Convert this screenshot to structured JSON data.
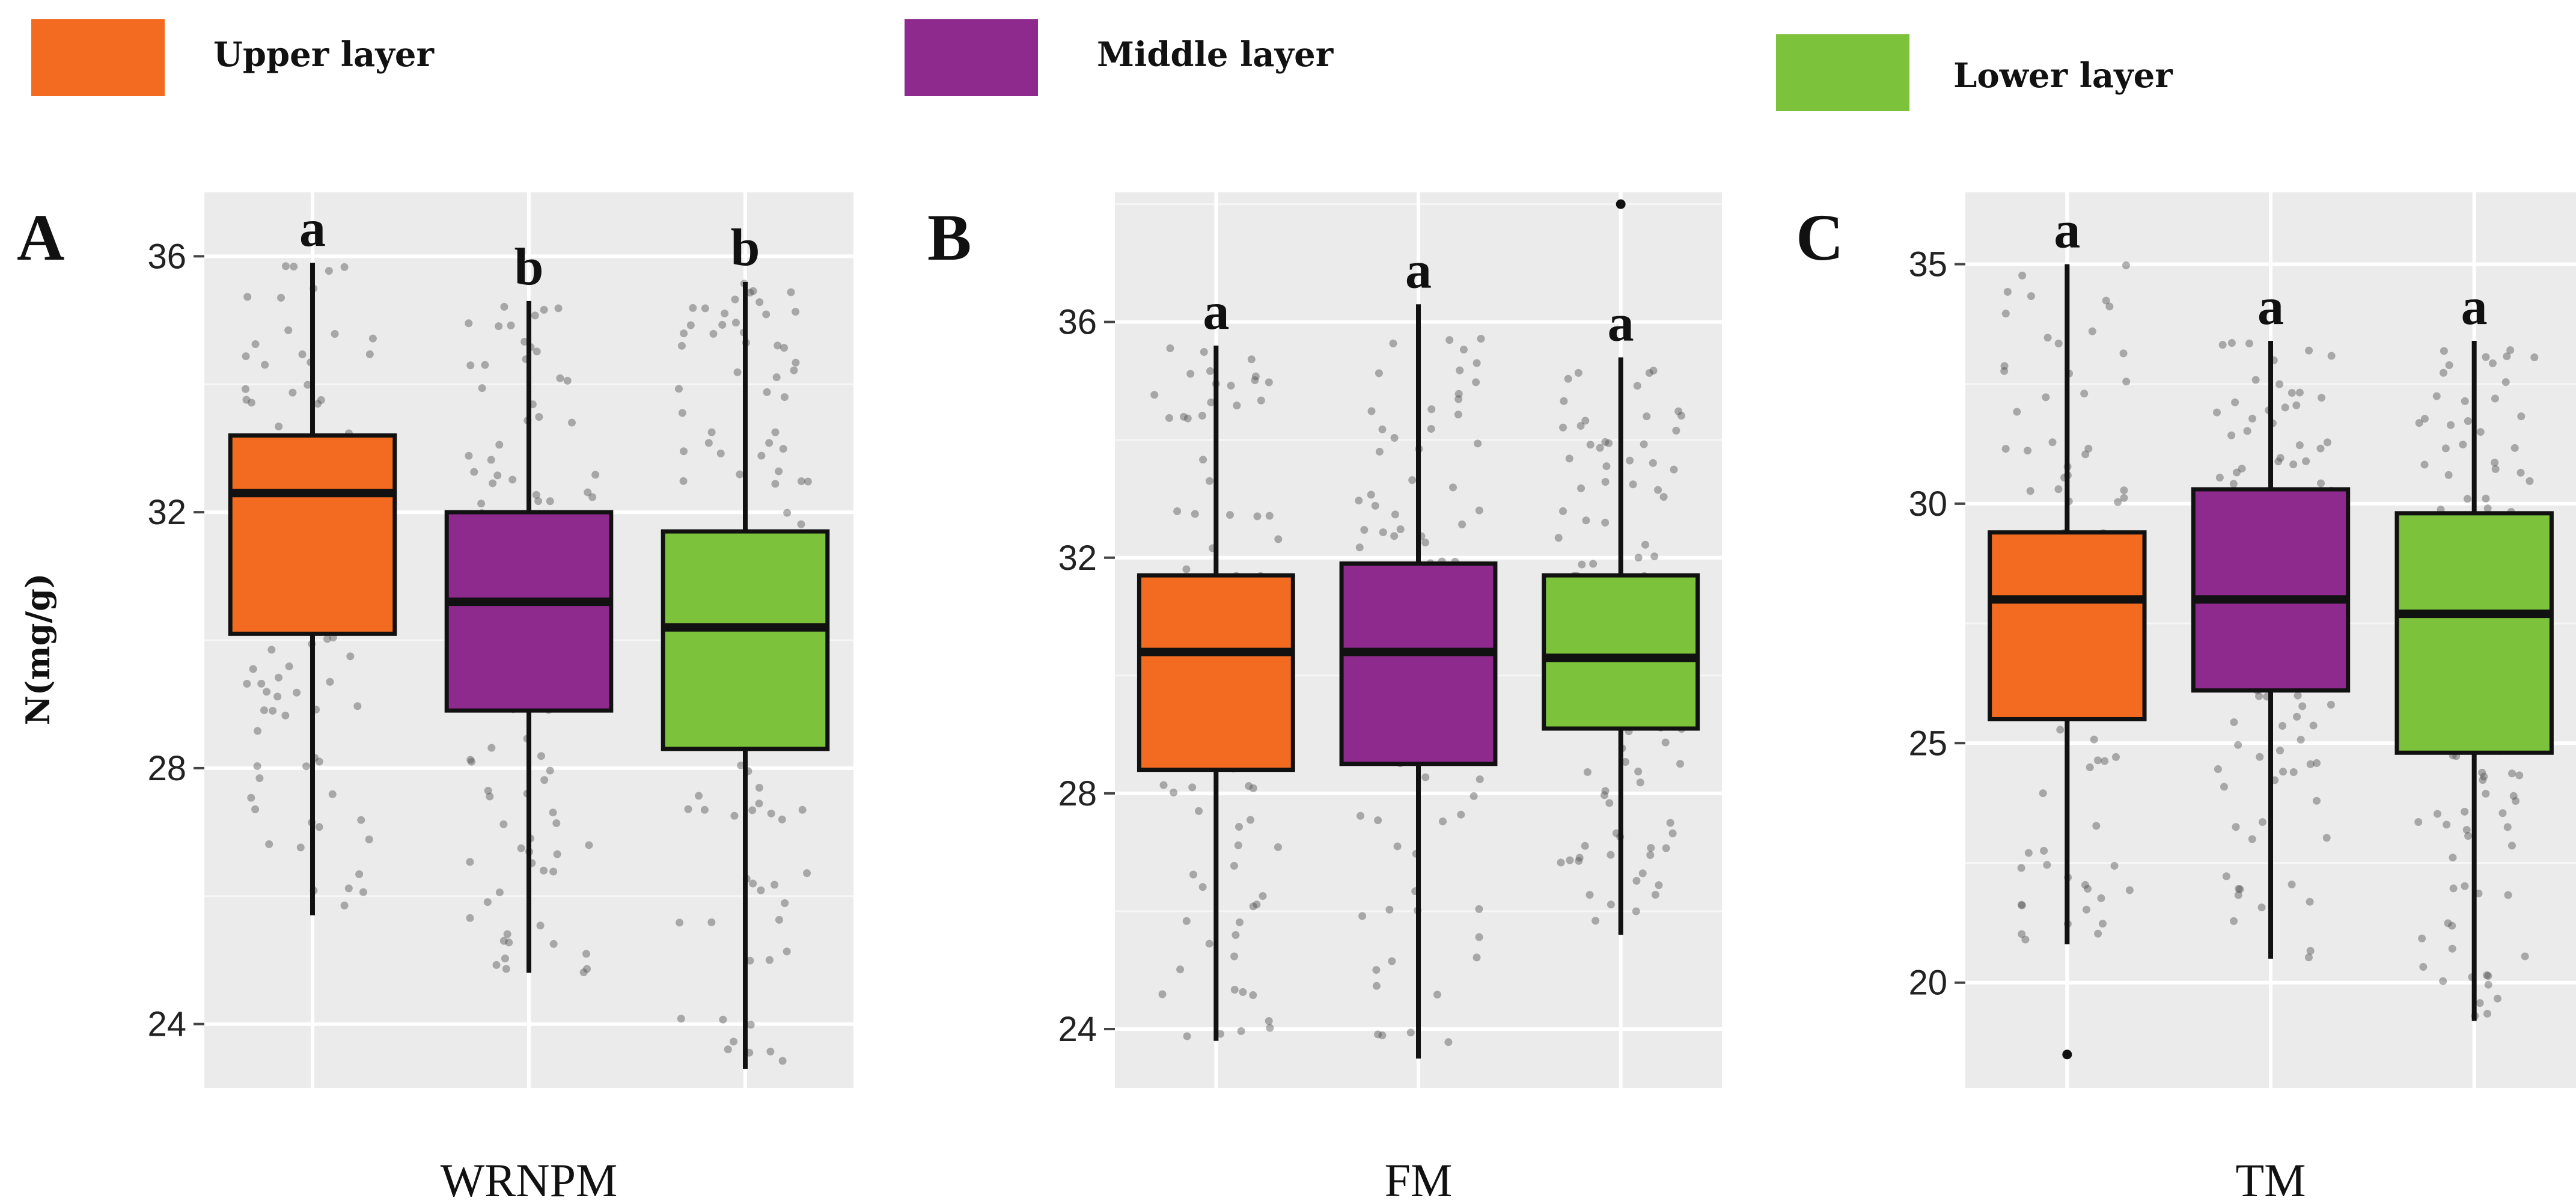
{
  "legend": [
    {
      "label": "Upper layer",
      "color": "#F26B21"
    },
    {
      "label": "Middle layer",
      "color": "#8E2A8E"
    },
    {
      "label": "Lower layer",
      "color": "#7CC23B"
    }
  ],
  "chart_data": [
    {
      "type": "box",
      "panel": "A",
      "xlabel": "WRNPM",
      "ylabel": "N(mg/g)",
      "ylim": [
        23,
        37
      ],
      "yticks": [
        24,
        28,
        32,
        36
      ],
      "categories": [
        "Upper layer",
        "Middle layer",
        "Lower layer"
      ],
      "boxes": [
        {
          "group": "Upper layer",
          "min": 25.7,
          "q1": 30.1,
          "median": 32.3,
          "q3": 33.2,
          "max": 35.9,
          "sig": "a"
        },
        {
          "group": "Middle layer",
          "min": 24.8,
          "q1": 28.9,
          "median": 30.6,
          "q3": 32.0,
          "max": 35.3,
          "sig": "b"
        },
        {
          "group": "Lower layer",
          "min": 23.3,
          "q1": 28.3,
          "median": 30.2,
          "q3": 31.7,
          "max": 35.6,
          "sig": "b"
        }
      ],
      "grid": true
    },
    {
      "type": "box",
      "panel": "B",
      "xlabel": "FM",
      "ylabel": "",
      "ylim": [
        23,
        38.2
      ],
      "yticks": [
        24,
        28,
        32,
        36
      ],
      "categories": [
        "Upper layer",
        "Middle layer",
        "Lower layer"
      ],
      "boxes": [
        {
          "group": "Upper layer",
          "min": 23.8,
          "q1": 28.4,
          "median": 30.4,
          "q3": 31.7,
          "max": 35.6,
          "sig": "a"
        },
        {
          "group": "Middle layer",
          "min": 23.5,
          "q1": 28.5,
          "median": 30.4,
          "q3": 31.9,
          "max": 36.3,
          "sig": "a"
        },
        {
          "group": "Lower layer",
          "min": 25.6,
          "q1": 29.1,
          "median": 30.3,
          "q3": 31.7,
          "max": 35.4,
          "sig": "a",
          "outliers": [
            38.0
          ]
        }
      ],
      "grid": true
    },
    {
      "type": "box",
      "panel": "C",
      "xlabel": "TM",
      "ylabel": "",
      "ylim": [
        17.8,
        36.5
      ],
      "yticks": [
        20,
        25,
        30,
        35
      ],
      "categories": [
        "Upper layer",
        "Middle layer",
        "Lower layer"
      ],
      "boxes": [
        {
          "group": "Upper layer",
          "min": 20.8,
          "q1": 25.5,
          "median": 28.0,
          "q3": 29.4,
          "max": 35.0,
          "sig": "a",
          "outliers": [
            18.5
          ]
        },
        {
          "group": "Middle layer",
          "min": 20.5,
          "q1": 26.1,
          "median": 28.0,
          "q3": 30.3,
          "max": 33.4,
          "sig": "a"
        },
        {
          "group": "Lower layer",
          "min": 19.2,
          "q1": 24.8,
          "median": 27.7,
          "q3": 29.8,
          "max": 33.4,
          "sig": "a"
        }
      ],
      "grid": true
    }
  ]
}
